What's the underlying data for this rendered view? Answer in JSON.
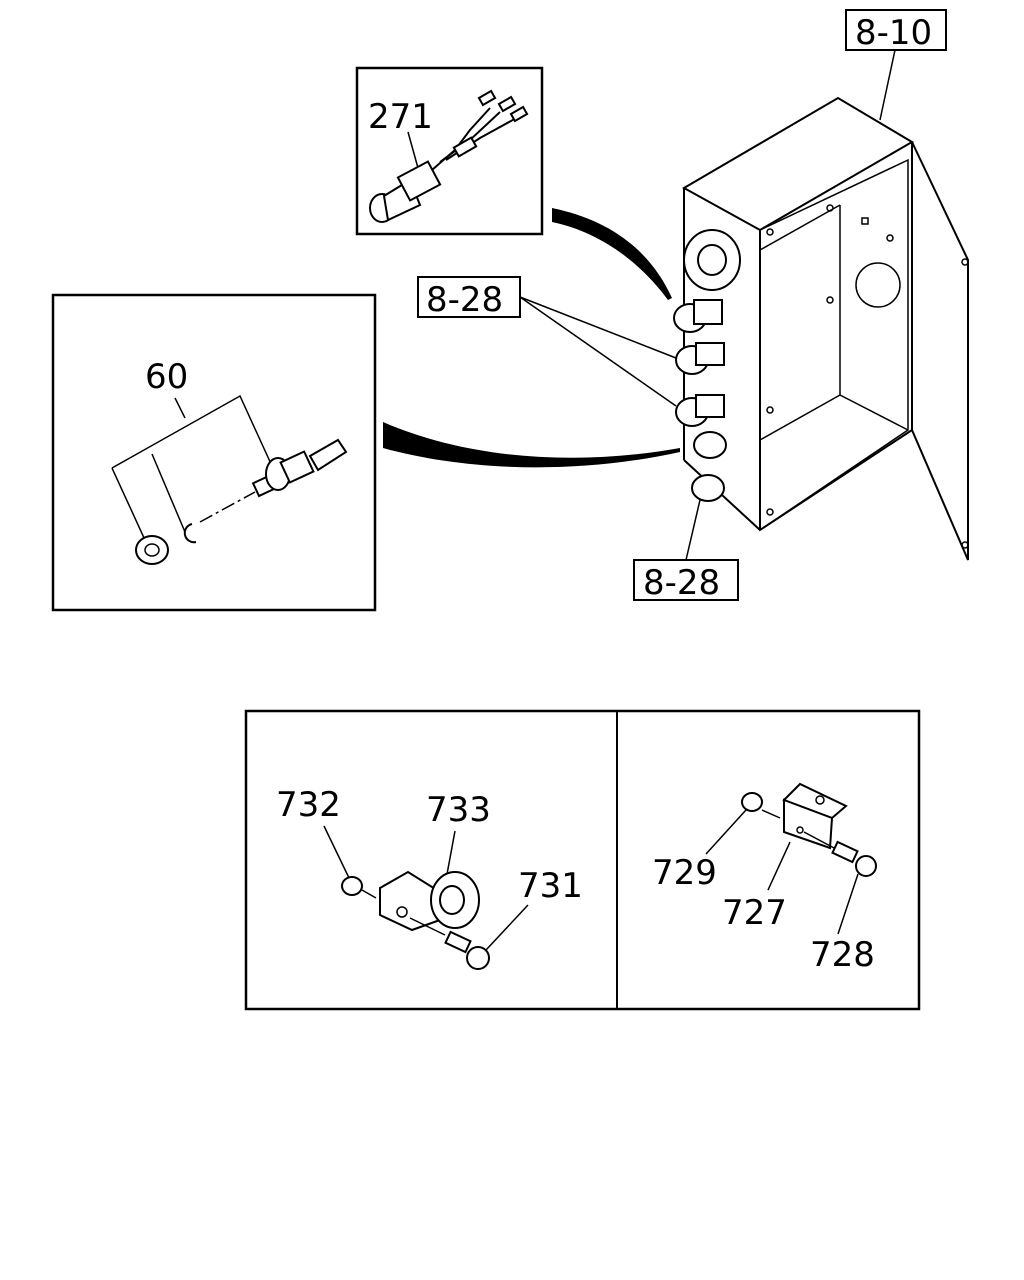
{
  "labels": {
    "ref_8_10": "8-10",
    "ref_8_28_upper": "8-28",
    "ref_8_28_lower": "8-28",
    "part_271": "271",
    "part_60": "60",
    "part_732": "732",
    "part_733": "733",
    "part_731": "731",
    "part_729": "729",
    "part_727": "727",
    "part_728": "728"
  }
}
